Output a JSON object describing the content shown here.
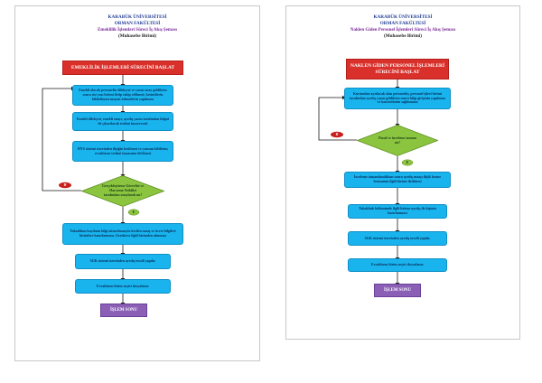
{
  "left": {
    "header": {
      "line1": "KARABÜK ÜNİVERSİTESİ",
      "line2": "ORMAN FAKÜLTESİ",
      "line3": "Emeklilik İşlemleri Süreci İş Akış Şeması",
      "line4": "(Muhasebe Birimi)"
    },
    "start": "EMEKLİLİK İŞLEMLERİ SÜRECİNİ BAŞLAT",
    "steps": [
      "Emekli olacak personelin dilekçesi ve yazısı onay geldikten sonra üst yazı birimi iletip takip edilmesi; kesintilerin bildirilmesi meşrut ödemelerin yapılması",
      "Emekli dilekçesi, emekli onayı, ayrılış yazısı tarafından bilgisi ile çıkarılarak teslimi imza/evrak",
      "HYS sistemi üzerinden ilişiğin kesilmesi ve yazısını bildirim; evrakların teslimi imzasının iletilmesi",
      "Takaddum kaydının bilgi aktarılmasıyla kesilen maaş ve ücret bilgileri birimlere hazırlanması. Gerekirse ilgili birimden alınması",
      "SGK sistemi üzerinden ayrılış tescili yapılır.",
      "Evrakların birim arşivi dosyalanır."
    ],
    "decision": "Gerçekleştirme Görevlisi ve Harcama Yetkilisi tarafından onaylandı mı?",
    "yes": "E",
    "no": "H",
    "end": "İŞLEM SONU"
  },
  "right": {
    "header": {
      "line1": "KARABÜK ÜNİVERSİTESİ",
      "line2": "ORMAN FAKÜLTESİ",
      "line3": "Naklen Giden Personel İşlemleri Süreci İş Akış Şeması",
      "line4": "(Muhasebe Birimi)"
    },
    "start": "NAKLEN GİDEN PERSONEL İŞLEMLERİ SÜRECİNİ BAŞLAT",
    "steps": [
      "Kurumdan ayrılacak olan personelin, personel işleri birimi tarafından ayrılış yazısı geldikten sonra bilgi girişinin yapılması ve kontrolünün sağlanması",
      "İnceleme tamamlandıktan sonra ayrılış maaşı ilişik kesme formunun ilgili birime iletilmesi",
      "Tahakkuk bölümünde ilgili birime ayrılış ile kişinin hazırlanması",
      "SGK sistemi üzerinden ayrılış tescili yapılır.",
      "Evrakların birim arşivi dosyalanır."
    ],
    "decision": "Pasaf ve inceleme tamam mı?",
    "yes": "E",
    "no": "H",
    "end": "İŞLEM SONU"
  },
  "colors": {
    "start_box": "#d9302b",
    "step_box": "#19b4ee",
    "decision": "#8bc53f",
    "end_box": "#8a5fb5",
    "line": "#1a1a1a",
    "no_tag": "#c8201c"
  }
}
